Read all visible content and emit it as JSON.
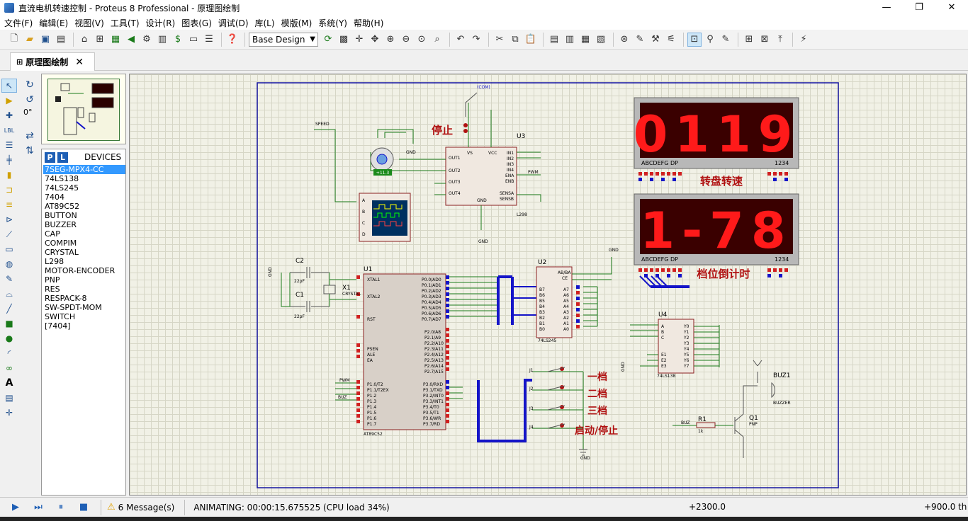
{
  "window": {
    "title": "直流电机转速控制 - Proteus 8 Professional - 原理图绘制",
    "minimize": "—",
    "maximize": "❐",
    "close": "✕"
  },
  "menu": [
    "文件(F)",
    "编辑(E)",
    "视图(V)",
    "工具(T)",
    "设计(R)",
    "图表(G)",
    "调试(D)",
    "库(L)",
    "模版(M)",
    "系统(Y)",
    "帮助(H)"
  ],
  "toolbar": {
    "design_select": "Base Design"
  },
  "tab": {
    "label": "原理图绘制",
    "close": "✕"
  },
  "left_tools": {
    "rotation_value": "0°"
  },
  "device_panel": {
    "p_label": "P",
    "l_label": "L",
    "title": "DEVICES",
    "items": [
      "7SEG-MPX4-CC",
      "74LS138",
      "74LS245",
      "7404",
      "AT89C52",
      "BUTTON",
      "BUZZER",
      "CAP",
      "COMPIM",
      "CRYSTAL",
      "L298",
      "MOTOR-ENCODER",
      "PNP",
      "RES",
      "RESPACK-8",
      "SW-SPDT-MOM",
      "SWITCH",
      "[7404]"
    ],
    "selected_index": 0
  },
  "schematic": {
    "display1_digits": "0119",
    "display1_label": "转盘转速",
    "display2_digits": "1-78",
    "display2_label": "档位倒计时",
    "display_pins": "ABCDEFG  DP",
    "display_num": "1234",
    "stop_label": "停止",
    "btn1_label": "一档",
    "btn2_label": "二档",
    "btn3_label": "三档",
    "btn4_label": "启动/停止",
    "u1_ref": "U1",
    "u1_part": "AT89C52",
    "u2_ref": "U2",
    "u2_part": "74LS245",
    "u3_ref": "U3",
    "u3_part": "L298",
    "u4_ref": "U4",
    "u4_part": "74LS138",
    "c1": "C1",
    "c2": "C2",
    "cap_val": "22pF",
    "x1": "X1",
    "x1_val": "CRYSTAL",
    "r1": "R1",
    "r1_val": "1k",
    "q1": "Q1",
    "q1_part": "PNP",
    "buz1": "BUZ1",
    "buz1_part": "BUZZER",
    "speed": "SPEED",
    "gnd": "GND",
    "pwm": "PWM",
    "com": "(COM)",
    "motor_count": "+11.3",
    "buz_net": "BUZ"
  },
  "status": {
    "messages": "6 Message(s)",
    "animating": "ANIMATING: 00:00:15.675525 (CPU load 34%)",
    "x": "+2300.0",
    "y": "+900.0",
    "unit": "th"
  },
  "colors": {
    "seg_on": "#ff1a1a",
    "seg_bg": "#3a0000",
    "wire": "#1a7a1a",
    "bus": "#1414c8",
    "component": "#b01010",
    "label_red": "#b01010"
  }
}
